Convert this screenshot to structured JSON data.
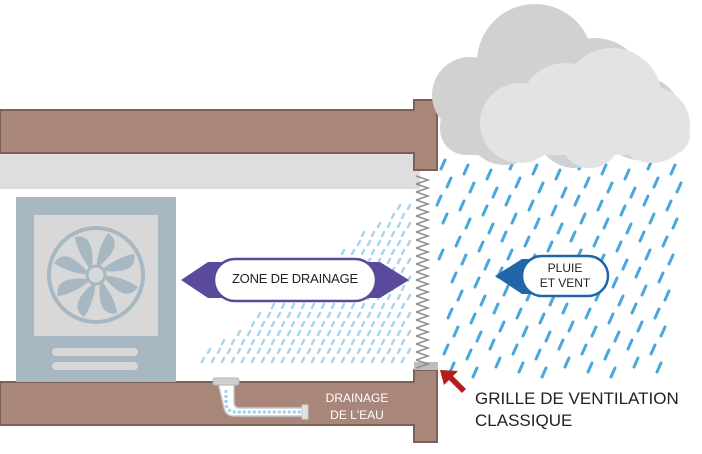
{
  "labels": {
    "drainage_zone": "ZONE DE DRAINAGE",
    "rain_wind": "PLUIE\nET VENT",
    "water_drainage": "DRAINAGE\nDE L'EAU",
    "grille_line1": "GRILLE DE VENTILATION",
    "grille_line2": "CLASSIQUE"
  },
  "icons": {
    "fan_unit": "ventilation-unit-icon",
    "cloud": "cloud-icon",
    "grille_arrow": "arrow-icon"
  },
  "colors": {
    "wall": "#a8877a",
    "wall_outline": "#7d6157",
    "ceiling": "#dedede",
    "unit_frame": "#a8b8c3",
    "unit_panel": "#d8d8d8",
    "cloud_back": "#d1d1d1",
    "cloud_front": "#e3e3e3",
    "rain_strong": "#4aa7dd",
    "rain_light": "#a9d4ee",
    "zone_arrow": "#5b4a9c",
    "wind_arrow": "#1f65a8",
    "grille_arrow": "#b71c1c",
    "text_dark": "#222222",
    "text_light": "#ffffff"
  }
}
